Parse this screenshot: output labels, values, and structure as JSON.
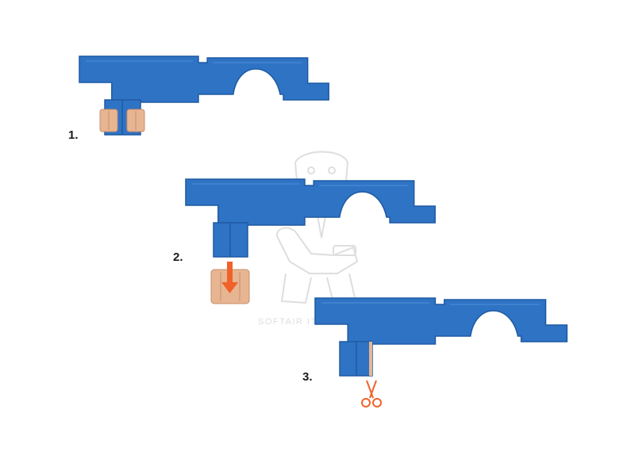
{
  "colors": {
    "plate": "#2f73c4",
    "plate_edge": "#1f5aa3",
    "plate_line": "#4f8fd8",
    "pad": "#e8b592",
    "pad_edge": "#c98f6a",
    "arrow": "#f0622a",
    "scissors": "#f0622a",
    "watermark": "#c4c4c4"
  },
  "watermark": {
    "text": "SOFTAIR ITALIA.IT",
    "icon": "mascot-logo"
  },
  "steps": [
    {
      "label": "1.",
      "action": "pad-attached"
    },
    {
      "label": "2.",
      "action": "pad-removed",
      "icon": "down-arrow-icon"
    },
    {
      "label": "3.",
      "action": "trim",
      "icon": "scissors-icon"
    }
  ]
}
